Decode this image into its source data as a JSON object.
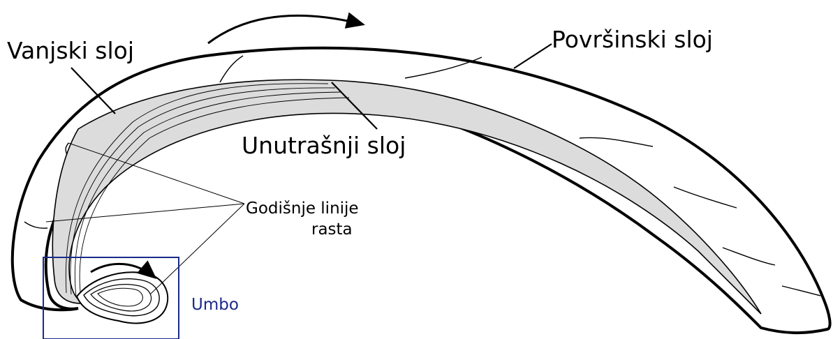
{
  "labels": {
    "outer_layer": "Vanjski sloj",
    "surface_layer": "Površinski sloj",
    "inner_layer": "Unutrašnji sloj",
    "growth_lines_line1": "Godišnje linije",
    "growth_lines_line2": "rasta",
    "umbo": "Umbo"
  },
  "colors": {
    "text": "#000000",
    "umbo": "#1a2a8a",
    "inner_layer_fill": "#dcdcdc",
    "outline": "#000000"
  }
}
